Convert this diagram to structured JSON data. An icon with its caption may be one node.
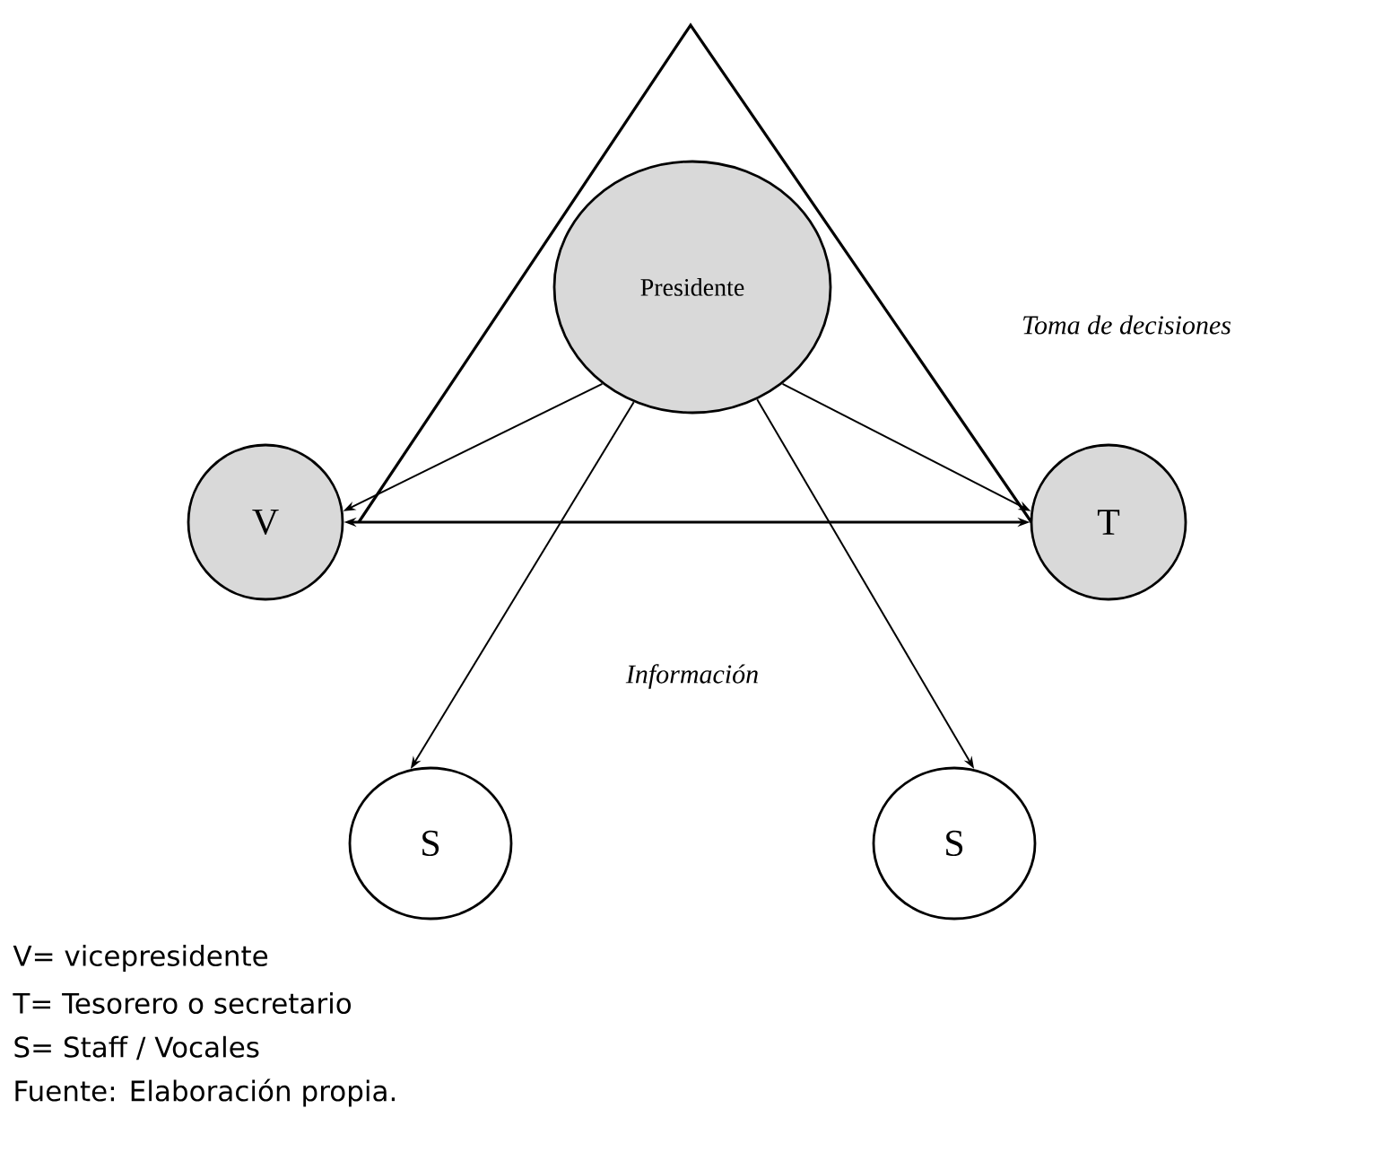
{
  "diagram": {
    "caption": "Fuente: Elaboración propia.",
    "nodes": [
      {
        "text": [
          "Presidente"
        ]
      },
      {
        "text": [
          "V"
        ]
      },
      {
        "text": [
          "T"
        ]
      },
      {
        "text": [
          "S"
        ]
      },
      {
        "text": [
          "S"
        ]
      }
    ],
    "edges": [
      {
        "from": 0,
        "to": 1,
        "arrow": "to"
      },
      {
        "from": 0,
        "to": 2,
        "arrow": "to"
      },
      {
        "from": 1,
        "to": 2,
        "arrow": "both"
      },
      {
        "from": 0,
        "to": 3,
        "arrow": "to"
      },
      {
        "from": 0,
        "to": 4,
        "arrow": "to"
      }
    ],
    "labels": [
      "Toma de decisiones",
      "Información",
      "V= vicepresidente",
      "T= Tesorero o secretario",
      "S= Staff / Vocales"
    ]
  }
}
